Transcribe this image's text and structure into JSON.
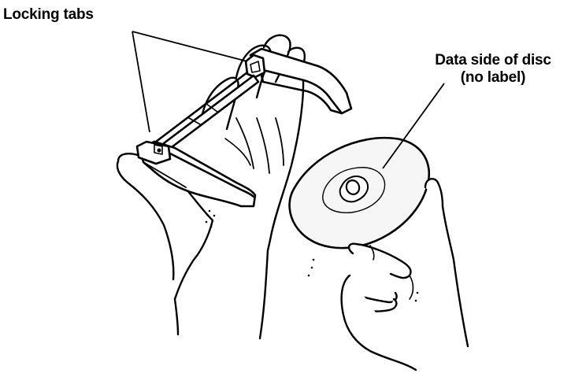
{
  "callouts": {
    "locking_tabs": "Locking tabs",
    "data_side_line1": "Data side of disc",
    "data_side_line2": "(no label)"
  },
  "colors": {
    "ink": "#000000",
    "paper": "#ffffff",
    "disc_fill": "#f6f6f6"
  },
  "icons": [
    "hand-holding-tray-icon",
    "hand-holding-disc-icon",
    "disc-caddy-tray-icon",
    "compact-disc-icon"
  ]
}
